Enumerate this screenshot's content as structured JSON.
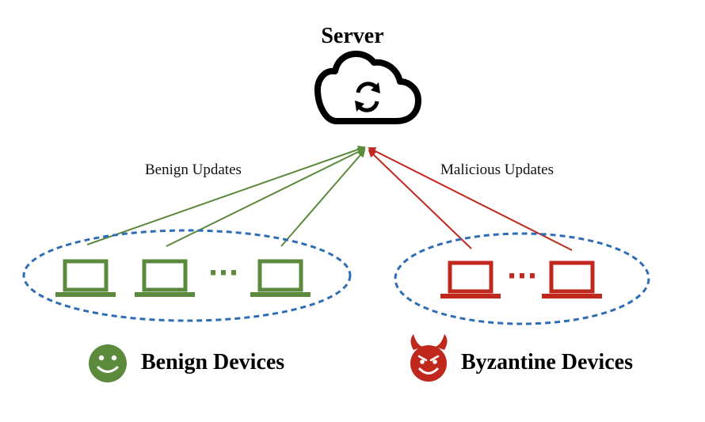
{
  "server": {
    "label": "Server",
    "icon": "cloud-sync-icon"
  },
  "edges": {
    "benign_label": "Benign Updates",
    "malicious_label": "Malicious Updates"
  },
  "groups": {
    "benign": {
      "label": "Benign Devices",
      "icon": "smiley-face-icon",
      "device_icon": "laptop-icon",
      "ellipsis": "···",
      "color": "#5b8a3c"
    },
    "byzantine": {
      "label": "Byzantine Devices",
      "icon": "devil-face-icon",
      "device_icon": "laptop-icon",
      "ellipsis": "···",
      "color": "#c0281e"
    }
  },
  "colors": {
    "benign": "#5b8a3c",
    "malicious": "#c0281e",
    "cluster_outline": "#2e6db4"
  }
}
